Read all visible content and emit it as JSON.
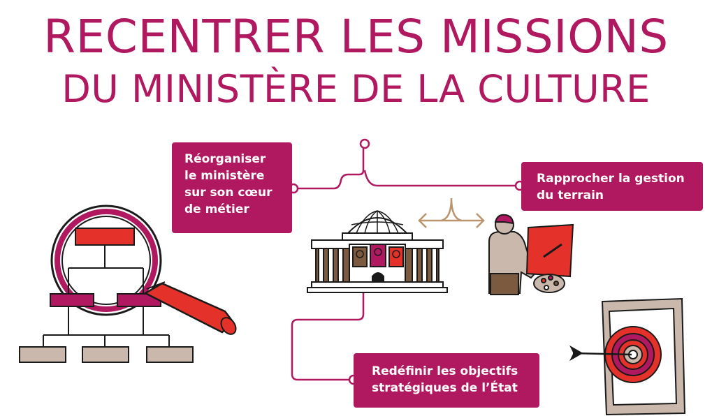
{
  "title": {
    "line1": "RECENTRER LES MISSIONS",
    "line2": "DU MINISTÈRE DE LA CULTURE"
  },
  "boxes": {
    "reorganiser": "Réorganiser\nle ministère\nsur son cœur\nde métier",
    "rapprocher": "Rapprocher la gestion\ndu terrain",
    "redefinir": "Redéfinir les objectifs\nstratégiques de l’État"
  },
  "colors": {
    "magenta": "#b0185f",
    "red": "#e4322b",
    "taupe": "#c9b8ab",
    "brown": "#7b5a3f",
    "dark": "#1a1a1a"
  },
  "icons": [
    "magnifier-org-chart-icon",
    "museum-icon",
    "painter-icon",
    "exchange-arrows-icon",
    "framed-target-icon",
    "arrow-icon"
  ]
}
